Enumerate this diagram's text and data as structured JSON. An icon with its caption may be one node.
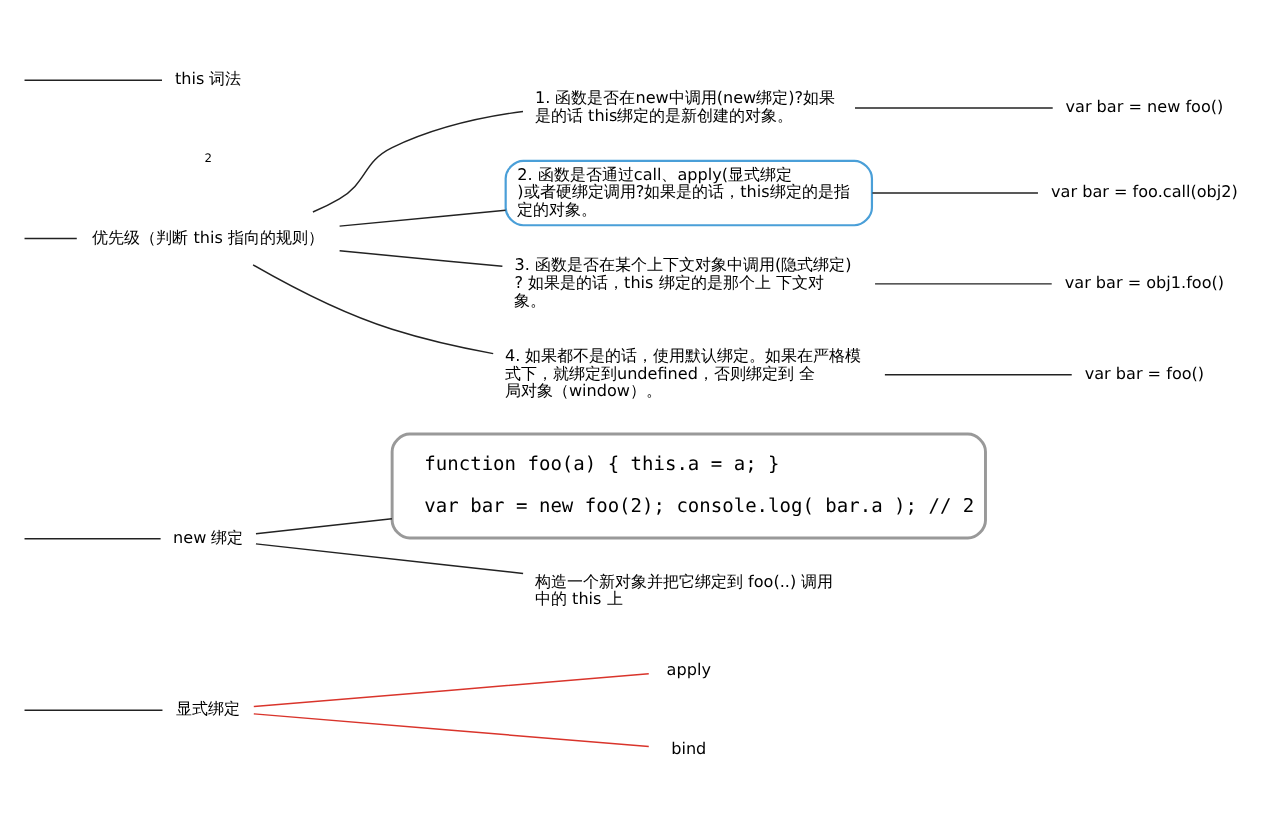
{
  "diagram": {
    "nodes": [
      {
        "text": [
          "显式绑定"
        ]
      },
      {
        "text": [
          "apply"
        ]
      },
      {
        "text": [
          "bind"
        ]
      },
      {
        "text": [
          "new 绑定"
        ]
      },
      {
        "text": [
          "function foo(a) { this.a = a; }",
          "var bar = new foo(2); console.log( bar.a ); // 2"
        ]
      },
      {
        "text": [
          "构造一个新对象并把它绑定到 foo(..) 调用中的 this 上"
        ]
      },
      {
        "text": [
          "优先级（判断 this 指向的规则）"
        ]
      },
      {
        "text": [
          "1. 函数是否在new中调用(new绑定)?如果是的话 this绑定的是新创建的对象。"
        ]
      },
      {
        "text": [
          "var bar = new foo()"
        ]
      },
      {
        "text": [
          "2. 函数是否通过call、apply(显式绑定)或者硬绑定调用?如果是的话，this绑定的是指定的对象。"
        ]
      },
      {
        "text": [
          "var bar = foo.call(obj2)"
        ]
      },
      {
        "text": [
          "3. 函数是否在某个上下文对象中调用(隐式绑定)? 如果是的话，this 绑定的是那个上 下文对象。"
        ]
      },
      {
        "text": [
          "var bar = obj1.foo()"
        ]
      },
      {
        "text": [
          "4. 如果都不是的话，使用默认绑定。如果在严格模式下，就绑定到undefined，否则绑定到 全局对象（window）。"
        ]
      },
      {
        "text": [
          "var bar = foo()"
        ]
      },
      {
        "text": [
          "this 词法"
        ]
      }
    ],
    "labels": [
      "2"
    ],
    "edges": [
      {
        "from": null,
        "to": 0,
        "arrow": "none"
      },
      {
        "from": 0,
        "to": 1,
        "arrow": "none",
        "color": "#d9342b"
      },
      {
        "from": 0,
        "to": 2,
        "arrow": "none",
        "color": "#d9342b"
      },
      {
        "from": null,
        "to": 3,
        "arrow": "none"
      },
      {
        "from": 3,
        "to": 4,
        "arrow": "none"
      },
      {
        "from": 3,
        "to": 5,
        "arrow": "none"
      },
      {
        "from": null,
        "to": 6,
        "arrow": "none"
      },
      {
        "from": 6,
        "to": 7,
        "arrow": "none"
      },
      {
        "from": 6,
        "to": 9,
        "arrow": "none"
      },
      {
        "from": 6,
        "to": 11,
        "arrow": "none"
      },
      {
        "from": 6,
        "to": 13,
        "arrow": "none"
      },
      {
        "from": 7,
        "to": 8,
        "arrow": "none"
      },
      {
        "from": 9,
        "to": 10,
        "arrow": "none"
      },
      {
        "from": 11,
        "to": 12,
        "arrow": "none"
      },
      {
        "from": 13,
        "to": 14,
        "arrow": "none"
      },
      {
        "from": null,
        "to": 15,
        "arrow": "none"
      }
    ]
  }
}
